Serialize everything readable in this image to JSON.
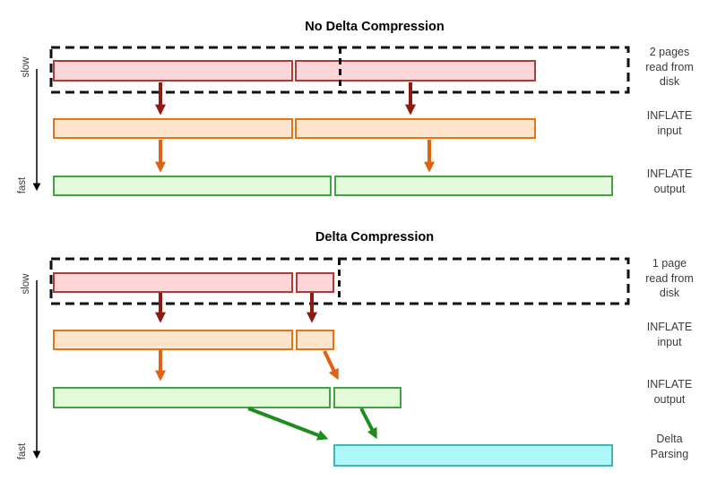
{
  "colors": {
    "pink_fill": "#fbd5d7",
    "pink_border": "#ab3c38",
    "orange_fill": "#fde4cc",
    "orange_border": "#e0761a",
    "green_fill": "#e3fbd9",
    "green_border": "#43a047",
    "cyan_fill": "#aff6f8",
    "cyan_border": "#43b3b3",
    "arrow_darkred": "#8e1a10",
    "arrow_orange": "#e06212",
    "arrow_green": "#1e8c1e",
    "axis_black": "#000000",
    "dashed_border": "#111111"
  },
  "top_diagram": {
    "title": "No Delta Compression",
    "axis": {
      "slow": "slow",
      "fast": "fast"
    },
    "right_labels": {
      "disk": "2 pages\nread from\ndisk",
      "inflate_input": "INFLATE\ninput",
      "inflate_output": "INFLATE\noutput"
    }
  },
  "bottom_diagram": {
    "title": "Delta Compression",
    "axis": {
      "slow": "slow",
      "fast": "fast"
    },
    "right_labels": {
      "disk": "1 page\nread from\ndisk",
      "inflate_input": "INFLATE\ninput",
      "inflate_output": "INFLATE\noutput",
      "delta_parsing": "Delta\nParsing"
    }
  }
}
